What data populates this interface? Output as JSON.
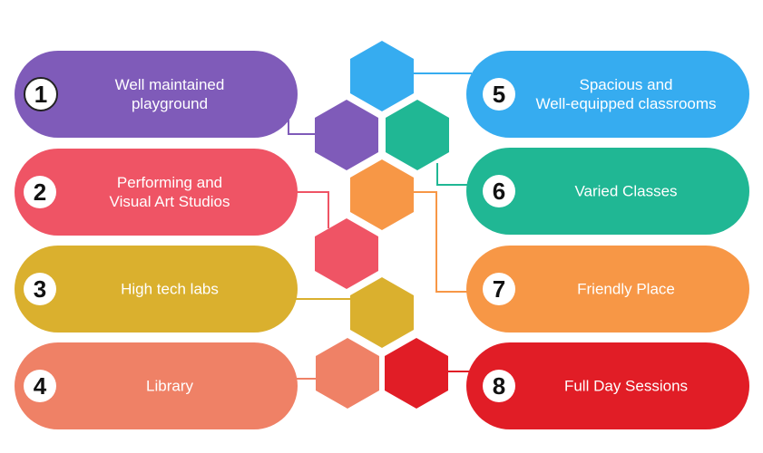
{
  "diagram": {
    "left_items": [
      {
        "number": "1",
        "label": "Well maintained\nplayground",
        "color": "#7F5BB9"
      },
      {
        "number": "2",
        "label": "Performing and\nVisual Art Studios",
        "color": "#EF5465"
      },
      {
        "number": "3",
        "label": "High tech labs",
        "color": "#DAB02E"
      },
      {
        "number": "4",
        "label": "Library",
        "color": "#EF8166"
      }
    ],
    "right_items": [
      {
        "number": "5",
        "label": "Spacious and\nWell-equipped classrooms",
        "color": "#36ACF0"
      },
      {
        "number": "6",
        "label": "Varied Classes",
        "color": "#20B794"
      },
      {
        "number": "7",
        "label": "Friendly Place",
        "color": "#F79746"
      },
      {
        "number": "8",
        "label": "Full Day Sessions",
        "color": "#E11D26"
      }
    ]
  }
}
